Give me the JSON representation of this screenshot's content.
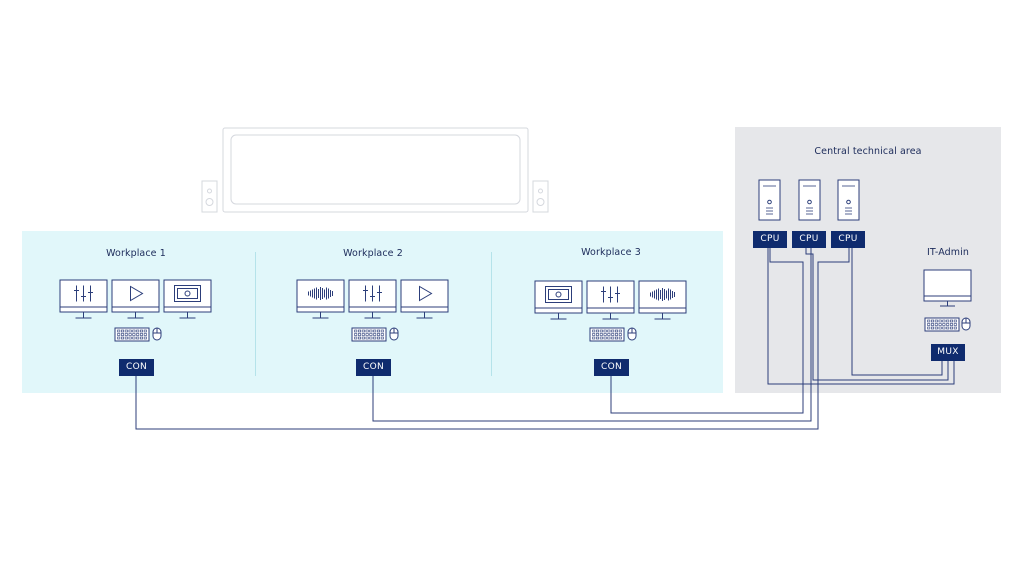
{
  "central_area": {
    "title": "Central technical area"
  },
  "it_admin": {
    "title": "IT-Admin",
    "mux_label": "MUX"
  },
  "workplaces": [
    {
      "title": "Workplace 1",
      "con_label": "CON",
      "screens": [
        "sliders-icon",
        "play-icon",
        "video-window-icon"
      ]
    },
    {
      "title": "Workplace 2",
      "con_label": "CON",
      "screens": [
        "waveform-icon",
        "sliders-icon",
        "play-icon"
      ]
    },
    {
      "title": "Workplace 3",
      "con_label": "CON",
      "screens": [
        "video-window-icon",
        "sliders-icon",
        "waveform-icon"
      ]
    }
  ],
  "cpus": [
    {
      "label": "CPU"
    },
    {
      "label": "CPU"
    },
    {
      "label": "CPU"
    }
  ],
  "colors": {
    "navy": "#0f2b6e",
    "line": "#2c3e7a",
    "workplace_bg": "#e1f7fa",
    "central_bg": "#e6e7ea",
    "videowall": "#d5d8de"
  }
}
